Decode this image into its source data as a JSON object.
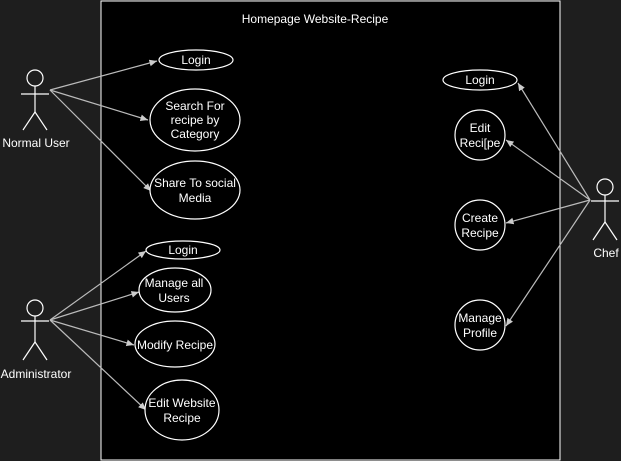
{
  "diagram": {
    "system_title": "Homepage Website-Recipe",
    "actors": {
      "normal_user": "Normal User",
      "administrator": "Administrator",
      "chef": "Chef"
    },
    "use_cases": {
      "nu_login": [
        "Login"
      ],
      "nu_search": [
        "Search For",
        "recipe by",
        "Category"
      ],
      "nu_share": [
        "Share To social",
        "Media"
      ],
      "ad_login": [
        "Login"
      ],
      "ad_manage_users": [
        "Manage all",
        "Users"
      ],
      "ad_modify_recipe": [
        "Modify Recipe"
      ],
      "ad_edit_website": [
        "Edit Website",
        "Recipe"
      ],
      "ch_login": [
        "Login"
      ],
      "ch_edit_recipe": [
        "Edit",
        "Reci[pe"
      ],
      "ch_create_recipe": [
        "Create",
        "Recipe"
      ],
      "ch_manage_profile": [
        "Manage",
        "Profile"
      ]
    },
    "colors": {
      "page_background": "#1e1e1e",
      "system_fill": "#000000",
      "stroke": "#ffffff",
      "connector": "#bbbbbb",
      "text": "#ffffff"
    }
  }
}
